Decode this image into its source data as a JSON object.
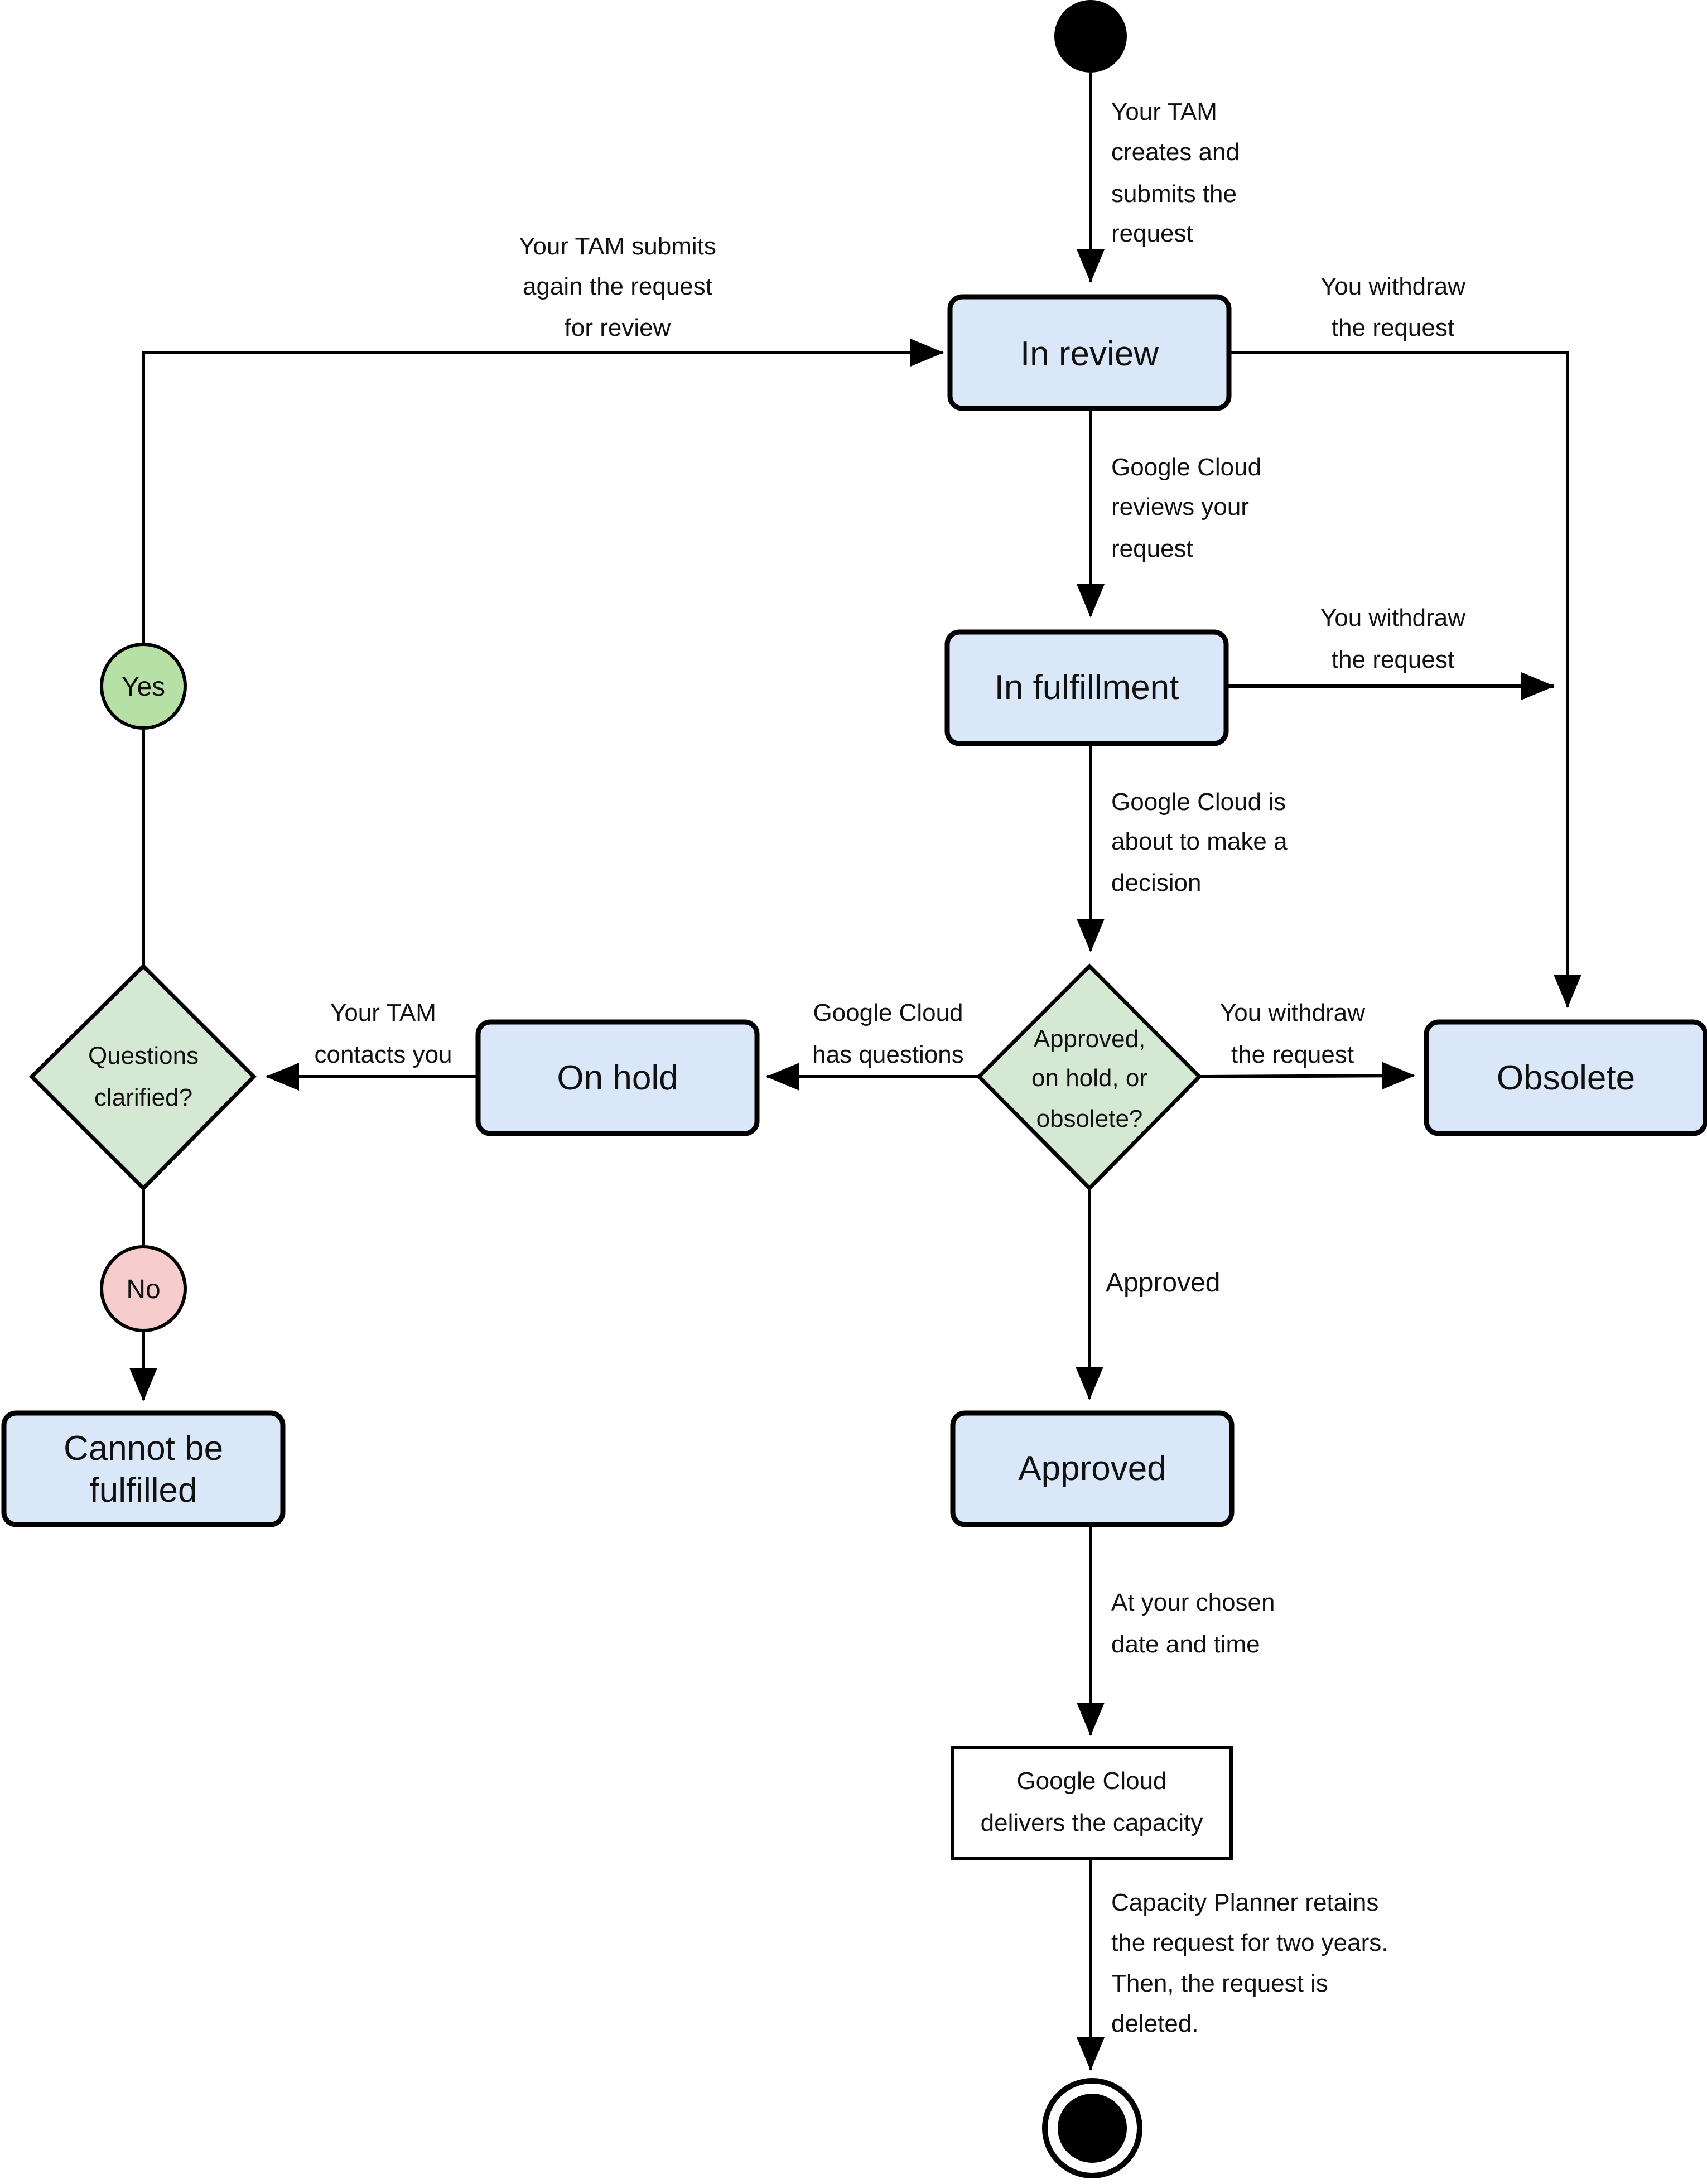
{
  "colors": {
    "state_fill": "#dae7f8",
    "decision_fill": "#d5e8d4",
    "yes_fill": "#b6e0a5",
    "no_fill": "#f6cccc",
    "stroke": "#000000"
  },
  "states": {
    "in_review": "In review",
    "in_fulfillment": "In fulfillment",
    "on_hold": "On hold",
    "obsolete": "Obsolete",
    "approved": "Approved",
    "cannot_be_fulfilled": [
      "Cannot be",
      "fulfilled"
    ]
  },
  "decisions": {
    "approval": [
      "Approved,",
      "on hold, or",
      "obsolete?"
    ],
    "questions": [
      "Questions",
      "clarified?"
    ]
  },
  "badges": {
    "yes": "Yes",
    "no": "No"
  },
  "action": [
    "Google Cloud",
    "delivers the capacity"
  ],
  "edge_labels": {
    "tam_creates": [
      "Your TAM",
      "creates and",
      "submits the",
      "request"
    ],
    "tam_resubmits": [
      "Your TAM submits",
      "again the request",
      "for review"
    ],
    "withdraw_review": [
      "You withdraw",
      "the request"
    ],
    "gc_reviews": [
      "Google Cloud",
      "reviews your",
      "request"
    ],
    "withdraw_fulfillment": [
      "You withdraw",
      "the request"
    ],
    "gc_decision": [
      "Google Cloud is",
      "about to make a",
      "decision"
    ],
    "tam_contacts": [
      "Your TAM",
      "contacts you"
    ],
    "gc_questions": [
      "Google Cloud",
      "has questions"
    ],
    "withdraw_decision": [
      "You withdraw",
      "the request"
    ],
    "approved": "Approved",
    "chosen_date": [
      "At your chosen",
      "date and time"
    ],
    "retention": [
      "Capacity Planner retains",
      "the request for two years.",
      "Then, the request is",
      "deleted."
    ]
  }
}
